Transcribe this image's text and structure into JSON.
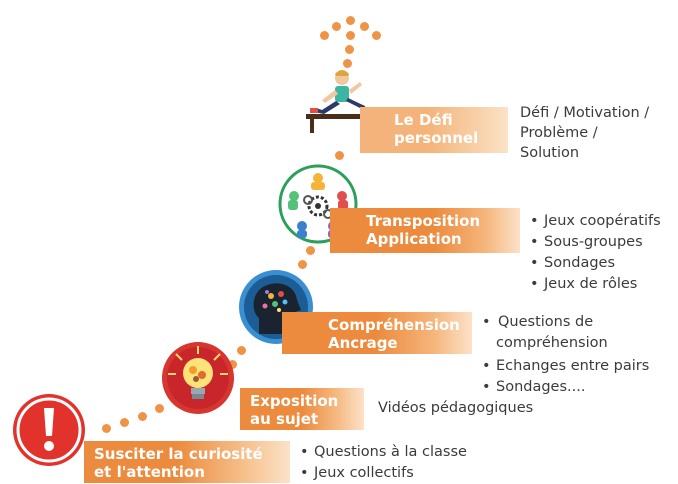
{
  "steps": [
    {
      "label_line1": "Susciter la curiosité",
      "label_line2": "et l'attention",
      "icon": "warning-exclamation-icon",
      "items": [
        "Questions à la classe",
        "Jeux collectifs"
      ]
    },
    {
      "label_line1": "Exposition",
      "label_line2": "au sujet",
      "icon": "lightbulb-icon",
      "description": "Vidéos pédagogiques"
    },
    {
      "label_line1": "Compréhension",
      "label_line2": "Ancrage",
      "icon": "brain-head-icon",
      "items": [
        "Questions de compréhension",
        "Echanges entre pairs",
        "Sondages...."
      ]
    },
    {
      "label_line1": "Transposition",
      "label_line2": "Application",
      "icon": "team-gears-icon",
      "items": [
        "Jeux coopératifs",
        "Sous-groupes",
        "Sondages",
        "Jeux de rôles"
      ]
    },
    {
      "label_line1": "Le Défi",
      "label_line2": "personnel",
      "icon": "runner-hurdle-icon",
      "description_lines": [
        "Défi / Motivation /",
        "Problème /",
        "Solution"
      ]
    }
  ],
  "colors": {
    "label_dark": "#ec8b3e",
    "label_light": "#fbe2c8",
    "dot": "#ef9347",
    "warning_red": "#e2322c"
  }
}
